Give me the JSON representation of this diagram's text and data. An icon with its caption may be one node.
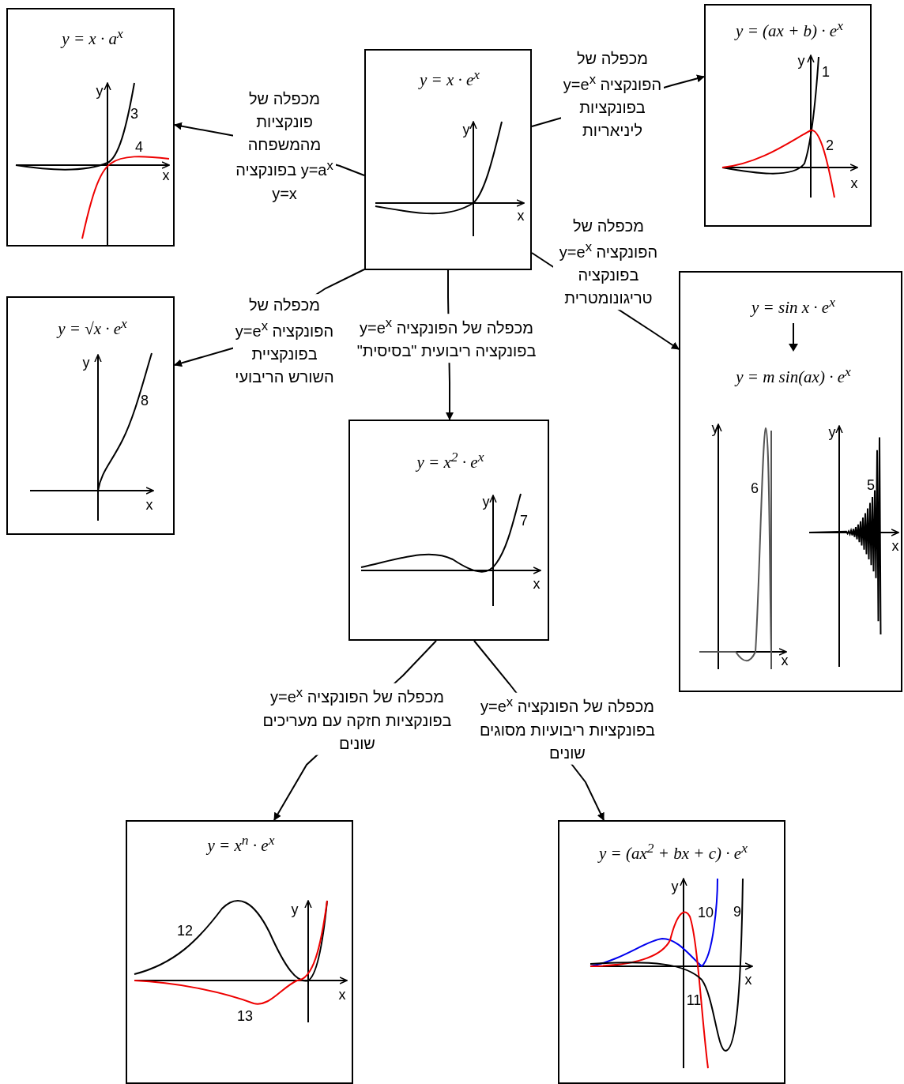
{
  "diagram": {
    "nodes": [
      {
        "text": [
          "y = x · a$^{x}$",
          "y",
          "x",
          "3",
          "4"
        ]
      },
      {
        "text": [
          "y = x · e$^{x}$",
          "y",
          "x"
        ]
      },
      {
        "text": [
          "y = (ax + b) · e$^{x}$",
          "y",
          "1",
          "2",
          "x"
        ]
      },
      {
        "text": [
          "y = √x · e$^{x}$",
          "y",
          "8",
          "x"
        ]
      },
      {
        "text": [
          "y = x$^{2}$ · e$^{x}$",
          "y",
          "7",
          "x"
        ]
      },
      {
        "text": [
          "y = sin x · e$^{x}$",
          "y = m sin(ax) · e$^{x}$",
          "y",
          "6",
          "x",
          "y",
          "5",
          "x"
        ]
      },
      {
        "text": [
          "y = x$^{n}$ · e$^{x}$",
          "12",
          "y",
          "x",
          "13"
        ]
      },
      {
        "text": [
          "y = (ax$^{2}$ + bx + c) · e$^{x}$",
          "y",
          "10",
          "9",
          "x",
          "11"
        ]
      }
    ],
    "edges": [
      {
        "from": 1,
        "to": 0,
        "arrow": "to",
        "label": "מכפלה של פונקציות מהמשפחה y=a$^{x}$ בפונקציה y=x"
      },
      {
        "from": 1,
        "to": 3,
        "arrow": "to",
        "label": "מכפלה של הפונקציה y=e$^{x}$ בפונקציית השורש הריבועי"
      },
      {
        "from": 1,
        "to": 4,
        "arrow": "to",
        "label": "מכפלה של הפונקציה y=e$^{x}$ בפונקציה ריבועית \"בסיסית\""
      },
      {
        "from": 1,
        "to": 2,
        "arrow": "to",
        "label": "מכפלה של הפונקציה y=e$^{x}$ בפונקציות ליניאריות"
      },
      {
        "from": 1,
        "to": 5,
        "arrow": "to",
        "label": "מכפלה של הפונקציה y=e$^{x}$ בפונקציה טריגונומטרית"
      },
      {
        "from": 4,
        "to": 6,
        "arrow": "to",
        "label": "מכפלה של הפונקציה y=e$^{x}$ בפונקציות חזקה עם מעריכים שונים"
      },
      {
        "from": 4,
        "to": 7,
        "arrow": "to",
        "label": "מכפלה של הפונקציה y=e$^{x}$ בפונקציות ריבועיות מסוגים שונים"
      }
    ]
  }
}
